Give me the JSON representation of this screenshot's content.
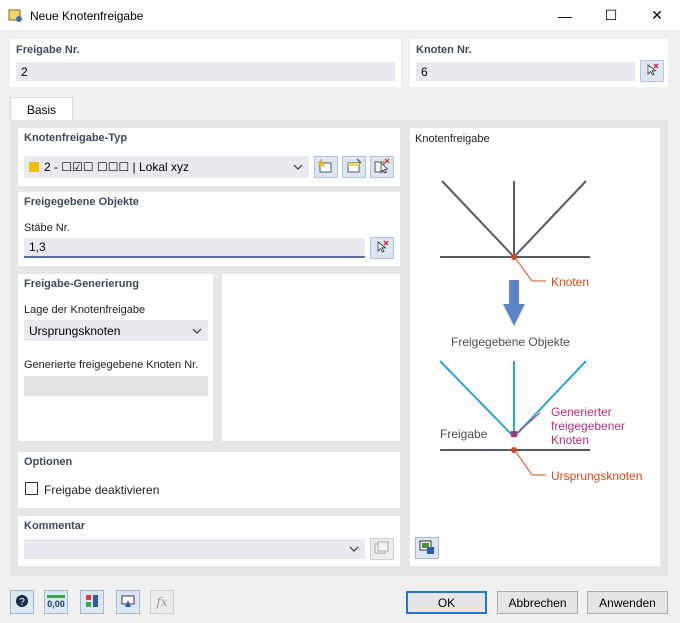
{
  "window": {
    "title": "Neue Knotenfreigabe",
    "minimize_glyph": "—",
    "maximize_glyph": "☐",
    "close_glyph": "✕"
  },
  "header": {
    "release_no_label": "Freigabe Nr.",
    "release_no_value": "2",
    "node_no_label": "Knoten Nr.",
    "node_no_value": "6"
  },
  "tabs": [
    {
      "label": "Basis",
      "active": true
    }
  ],
  "release_type": {
    "section_label": "Knotenfreigabe-Typ",
    "selected_value": "2 - ☐☑☐ ☐☐☐ | Lokal xyz",
    "swatch_color": "#f2c200"
  },
  "released_objects": {
    "section_label": "Freigegebene Objekte",
    "members_label": "Stäbe Nr.",
    "members_value": "1,3"
  },
  "generation": {
    "section_label": "Freigabe-Generierung",
    "location_label": "Lage der Knotenfreigabe",
    "location_value": "Ursprungsknoten",
    "generated_nodes_label": "Generierte freigegebene Knoten Nr.",
    "generated_nodes_value": ""
  },
  "options": {
    "section_label": "Optionen",
    "deactivate_label": "Freigabe deaktivieren",
    "deactivate_checked": false
  },
  "comment": {
    "section_label": "Kommentar",
    "value": ""
  },
  "diagram": {
    "title": "Knotenfreigabe",
    "label_node": "Knoten",
    "label_objects": "Freigegebene Objekte",
    "label_generated_line1": "Generierter",
    "label_generated_line2": "freigegebener",
    "label_generated_line3": "Knoten",
    "label_release": "Freigabe",
    "label_origin": "Ursprungsknoten",
    "colors": {
      "dark": "#555a66",
      "blue": "#2aa6d8",
      "arrow": "#5b85c9",
      "red": "#d24a1a",
      "magenta": "#b0307f"
    }
  },
  "footer": {
    "ok_label": "OK",
    "cancel_label": "Abbrechen",
    "apply_label": "Anwenden",
    "icons": [
      "help-icon",
      "units-icon",
      "display-icon",
      "view-icon",
      "formula-icon"
    ],
    "units_text": "0,00"
  }
}
